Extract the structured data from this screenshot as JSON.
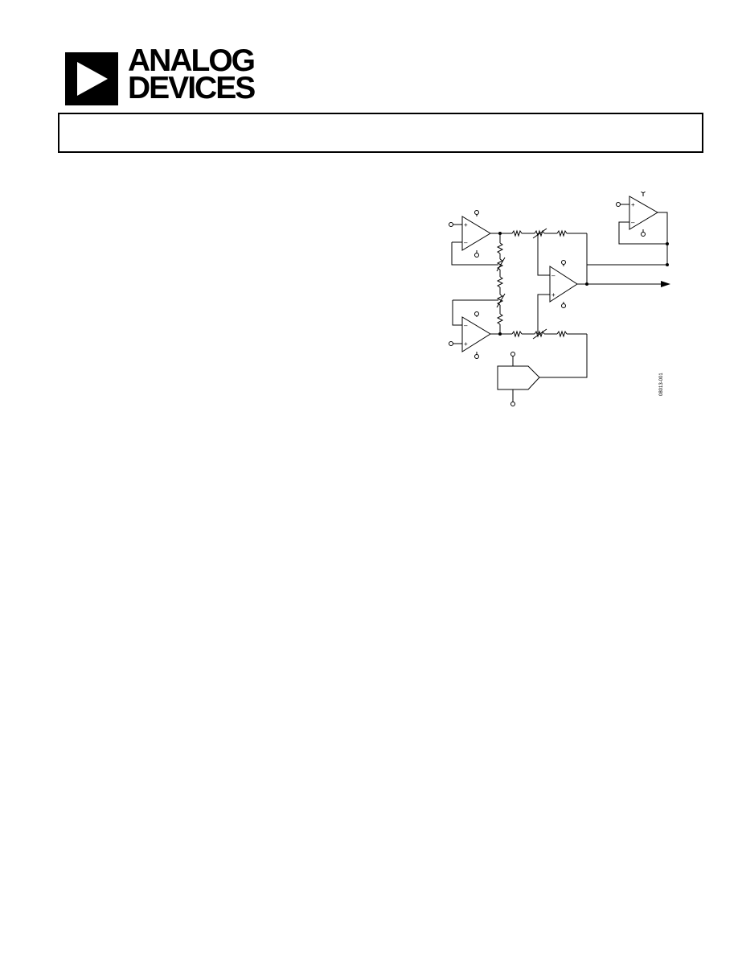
{
  "header": {
    "logo_line1": "ANALOG",
    "logo_line2": "DEVICES"
  },
  "title_box": {
    "title": ""
  },
  "diagram": {
    "figure_code": "08013-001",
    "labels": {
      "plus": "+",
      "minus": "–"
    }
  }
}
